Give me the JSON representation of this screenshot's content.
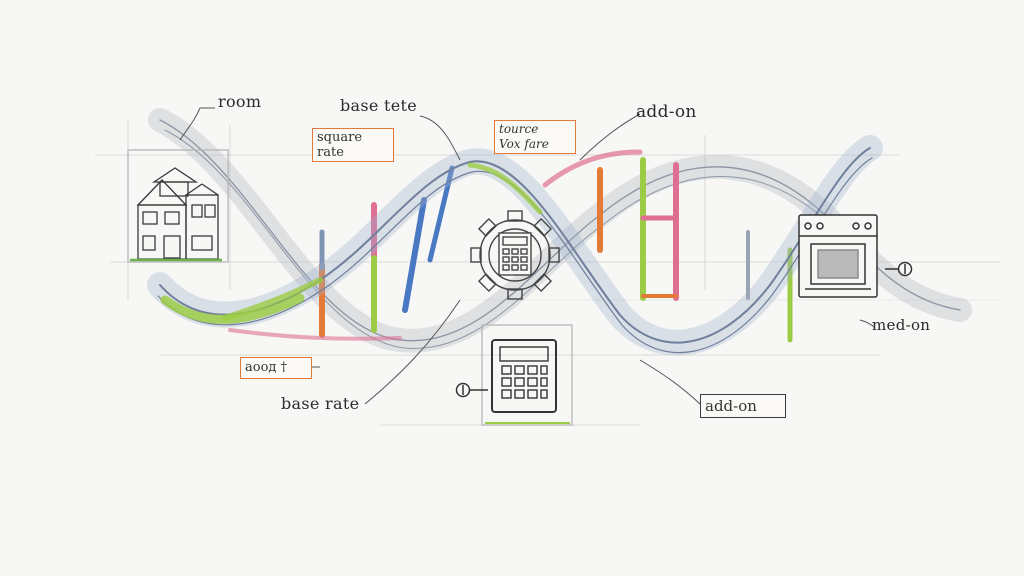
{
  "labels": {
    "room": "room",
    "base_rate_top": "base tete",
    "add_on_top": "add-on",
    "square_rate": [
      "square",
      "rate"
    ],
    "source_box": [
      "tource",
      "Vox fare"
    ],
    "left_box": "aooд †",
    "base_rate_bottom": "base rate",
    "add_on_bottom": "add-on",
    "med_on": "med-on"
  },
  "colors": {
    "strand_blue": "#7f93b4",
    "strand_grey": "#a3a8b3",
    "accent_green": "#9ccc45",
    "accent_pink": "#de6f92",
    "accent_orange": "#e37a37",
    "accent_blue": "#4a79c3",
    "ink": "#333333"
  }
}
